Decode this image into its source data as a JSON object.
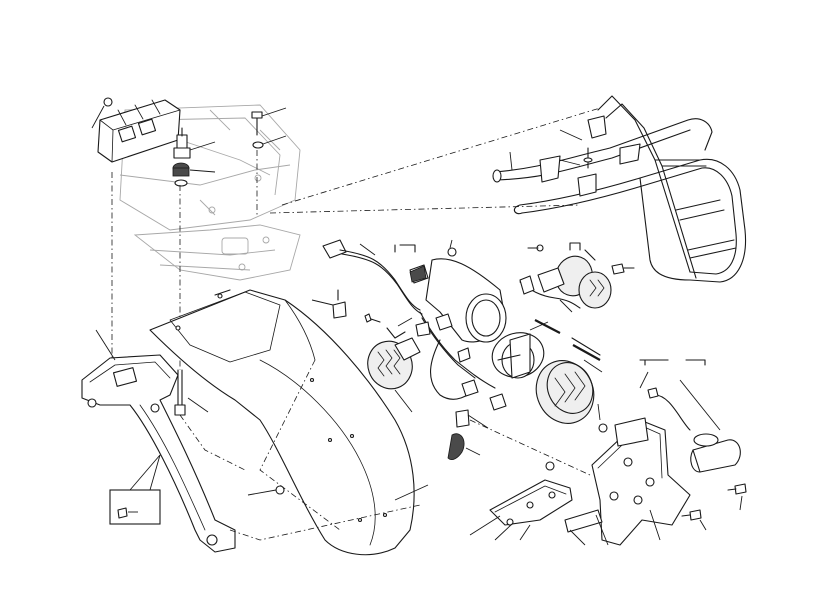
{
  "diagram": {
    "description_labels": [],
    "components": [
      "engine-control-unit",
      "rear-subframe-ghost",
      "passenger-grab-rail",
      "tail-light-bracket",
      "rear-mudguard",
      "license-plate-holder",
      "turn-indicator-left",
      "turn-indicator-right",
      "tail-light",
      "license-plate-light",
      "rear-reflector",
      "support-arm",
      "wiring-harness",
      "connector-detail-inset"
    ]
  }
}
